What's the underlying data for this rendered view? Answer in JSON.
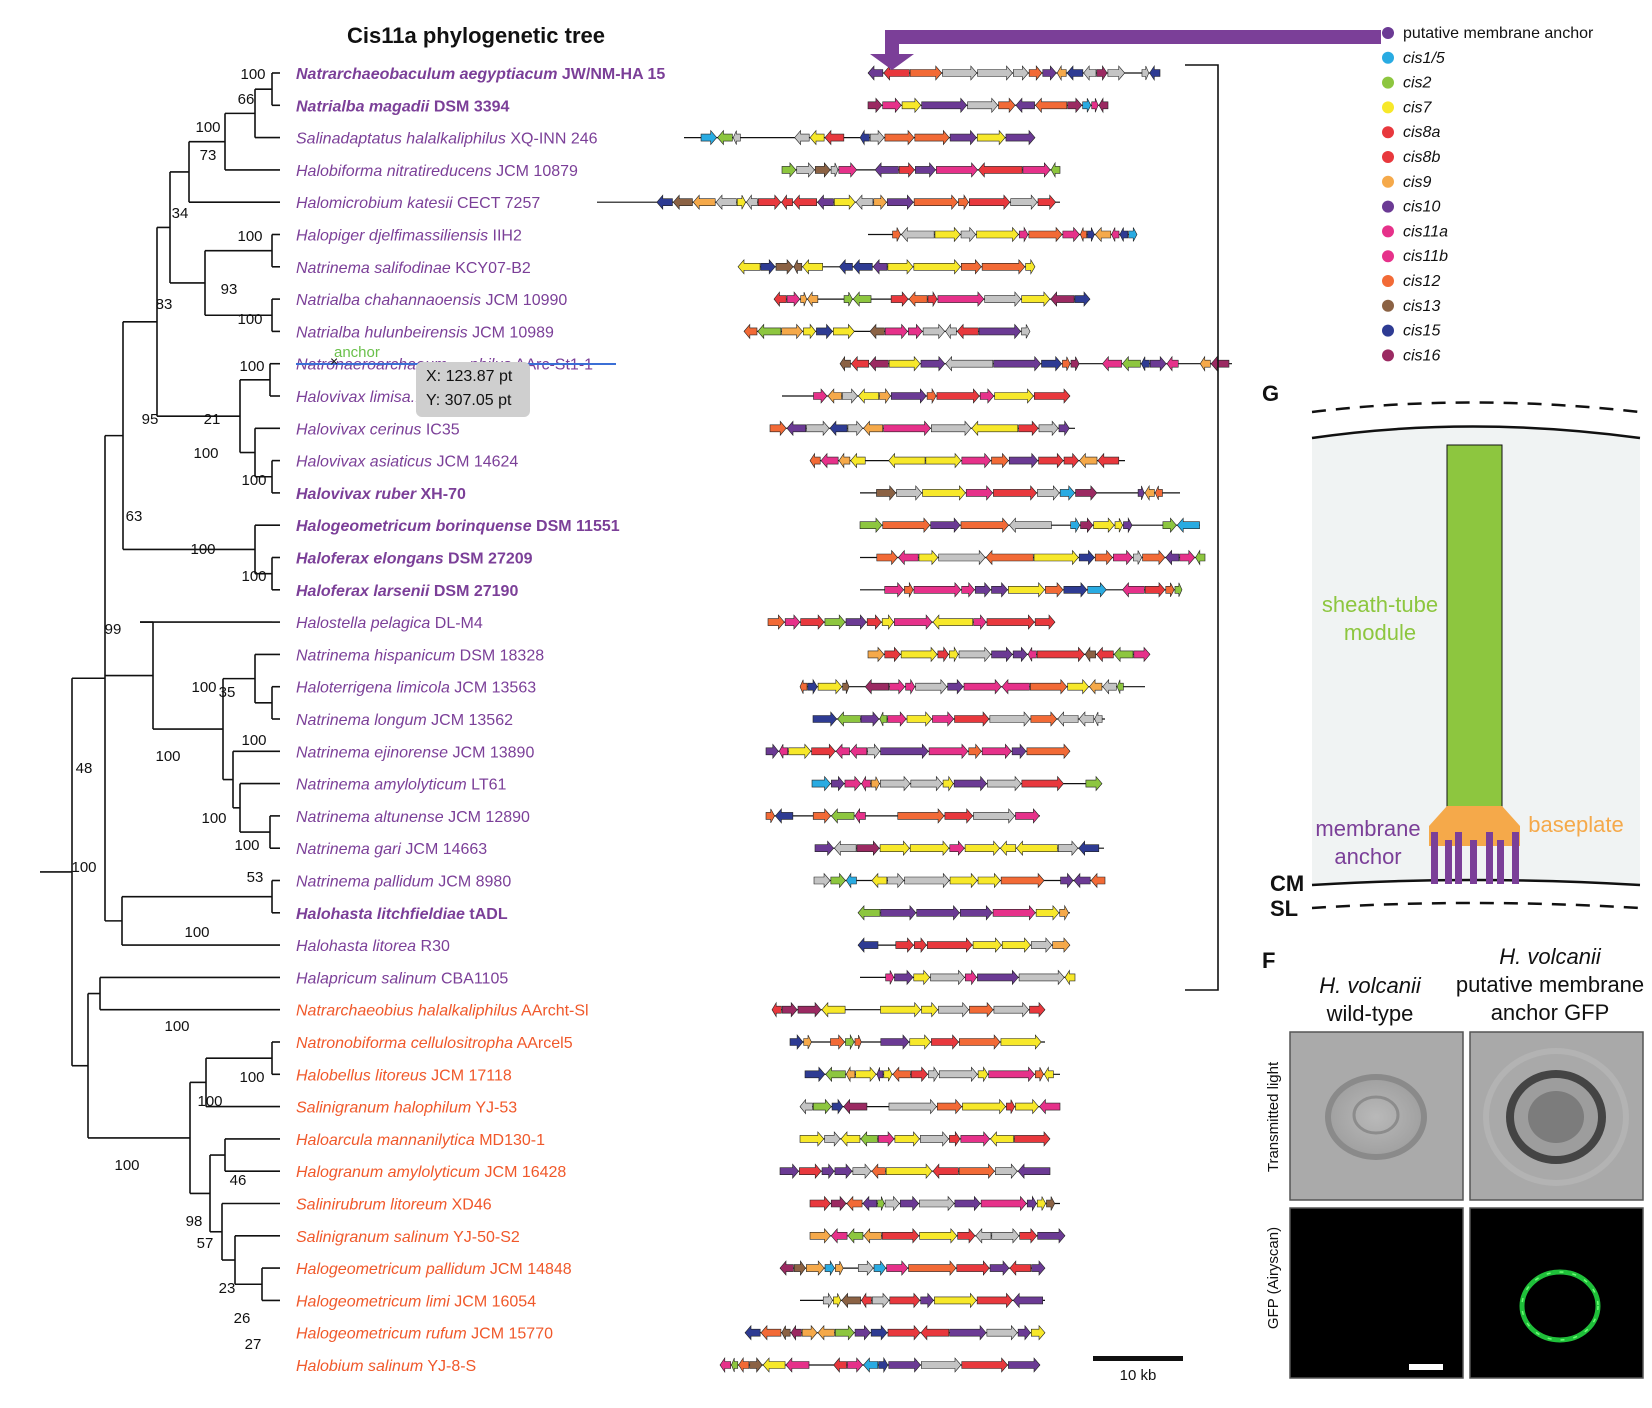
{
  "title": "Cis11a phylogenetic tree",
  "taxa": [
    {
      "name": "Natrarchaeobaculum aegyptiacum",
      "strain": "JW/NM-HA 15",
      "bold": true,
      "color": "purple"
    },
    {
      "name": "Natrialba magadii",
      "strain": "DSM 3394",
      "bold": true,
      "color": "purple"
    },
    {
      "name": "Salinadaptatus halalkaliphilus",
      "strain": "XQ-INN 246",
      "bold": false,
      "color": "purple"
    },
    {
      "name": "Halobiforma nitratireducens",
      "strain": "JCM 10879",
      "bold": false,
      "color": "purple"
    },
    {
      "name": "Halomicrobium katesii",
      "strain": "CECT 7257",
      "bold": false,
      "color": "purple"
    },
    {
      "name": "Halopiger djelfimassiliensis",
      "strain": "IIH2",
      "bold": false,
      "color": "purple"
    },
    {
      "name": "Natrinema salifodinae",
      "strain": "KCY07-B2",
      "bold": false,
      "color": "purple"
    },
    {
      "name": "Natrialba chahannaoensis",
      "strain": "JCM 10990",
      "bold": false,
      "color": "purple"
    },
    {
      "name": "Natrialba hulunbeirensis",
      "strain": "JCM 10989",
      "bold": false,
      "color": "purple"
    },
    {
      "name": "Natronaeroarchaeum ... philus",
      "strain": "AArc-St1-1",
      "bold": false,
      "color": "purple"
    },
    {
      "name": "Halovivax limisa...",
      "strain": "",
      "bold": false,
      "color": "purple"
    },
    {
      "name": "Halovivax cerinus",
      "strain": "IC35",
      "bold": false,
      "color": "purple"
    },
    {
      "name": "Halovivax asiaticus",
      "strain": "JCM 14624",
      "bold": false,
      "color": "purple"
    },
    {
      "name": "Halovivax ruber",
      "strain": "XH-70",
      "bold": true,
      "color": "purple"
    },
    {
      "name": "Halogeometricum borinquense",
      "strain": "DSM 11551",
      "bold": true,
      "color": "purple"
    },
    {
      "name": "Haloferax elongans",
      "strain": "DSM 27209",
      "bold": true,
      "color": "purple"
    },
    {
      "name": "Haloferax larsenii",
      "strain": "DSM 27190",
      "bold": true,
      "color": "purple"
    },
    {
      "name": "Halostella pelagica",
      "strain": "DL-M4",
      "bold": false,
      "color": "purple"
    },
    {
      "name": "Natrinema hispanicum",
      "strain": "DSM 18328",
      "bold": false,
      "color": "purple"
    },
    {
      "name": "Haloterrigena limicola",
      "strain": "JCM 13563",
      "bold": false,
      "color": "purple"
    },
    {
      "name": "Natrinema longum",
      "strain": "JCM 13562",
      "bold": false,
      "color": "purple"
    },
    {
      "name": "Natrinema ejinorense",
      "strain": "JCM 13890",
      "bold": false,
      "color": "purple"
    },
    {
      "name": "Natrinema amylolyticum",
      "strain": "LT61",
      "bold": false,
      "color": "purple"
    },
    {
      "name": "Natrinema altunense",
      "strain": "JCM 12890",
      "bold": false,
      "color": "purple"
    },
    {
      "name": "Natrinema gari",
      "strain": "JCM 14663",
      "bold": false,
      "color": "purple"
    },
    {
      "name": "Natrinema pallidum",
      "strain": "JCM 8980",
      "bold": false,
      "color": "purple"
    },
    {
      "name": "Halohasta litchfieldiae",
      "strain": "tADL",
      "bold": true,
      "color": "purple"
    },
    {
      "name": "Halohasta litorea",
      "strain": "R30",
      "bold": false,
      "color": "purple"
    },
    {
      "name": "Halapricum salinum",
      "strain": "CBA1105",
      "bold": false,
      "color": "purple"
    },
    {
      "name": "Natrarchaeobius halalkaliphilus",
      "strain": "AArcht-Sl",
      "bold": false,
      "color": "orange"
    },
    {
      "name": "Natronobiforma cellulositropha",
      "strain": "AArcel5",
      "bold": false,
      "color": "orange"
    },
    {
      "name": "Halobellus litoreus",
      "strain": "JCM 17118",
      "bold": false,
      "color": "orange"
    },
    {
      "name": "Salinigranum halophilum",
      "strain": "YJ-53",
      "bold": false,
      "color": "orange"
    },
    {
      "name": "Haloarcula mannanilytica",
      "strain": "MD130-1",
      "bold": false,
      "color": "orange"
    },
    {
      "name": "Halogranum amylolyticum",
      "strain": "JCM 16428",
      "bold": false,
      "color": "orange"
    },
    {
      "name": "Salinirubrum litoreum",
      "strain": "XD46",
      "bold": false,
      "color": "orange"
    },
    {
      "name": "Salinigranum salinum",
      "strain": "YJ-50-S2",
      "bold": false,
      "color": "orange"
    },
    {
      "name": "Halogeometricum pallidum",
      "strain": "JCM 14848",
      "bold": false,
      "color": "orange"
    },
    {
      "name": "Halogeometricum limi",
      "strain": "JCM 16054",
      "bold": false,
      "color": "orange"
    },
    {
      "name": "Halogeometricum rufum",
      "strain": "JCM 15770",
      "bold": false,
      "color": "orange"
    },
    {
      "name": "Halobium salinum",
      "strain": "YJ-8-S",
      "bold": false,
      "color": "orange"
    }
  ],
  "bootstrap": [
    "100",
    "66",
    "100",
    "73",
    "34",
    "100",
    "93",
    "100",
    "83",
    "100",
    "21",
    "95",
    "100",
    "100",
    "63",
    "100",
    "100",
    "99",
    "100",
    "35",
    "100",
    "100",
    "100",
    "100",
    "53",
    "48",
    "100",
    "100",
    "100",
    "100",
    "100",
    "98",
    "46",
    "57",
    "23",
    "26",
    "27",
    "100"
  ],
  "legend": [
    {
      "label": "putative membrane anchor",
      "color": "#6b3a94",
      "italic": false
    },
    {
      "label": "cis1/5",
      "color": "#29abe2",
      "italic": true
    },
    {
      "label": "cis2",
      "color": "#8dc63f",
      "italic": true
    },
    {
      "label": "cis7",
      "color": "#f7e82a",
      "italic": true
    },
    {
      "label": "cis8a",
      "color": "#e8383d",
      "italic": true
    },
    {
      "label": "cis8b",
      "color": "#e8383d",
      "italic": true
    },
    {
      "label": "cis9",
      "color": "#f5a94a",
      "italic": true
    },
    {
      "label": "cis10",
      "color": "#6b3a94",
      "italic": true
    },
    {
      "label": "cis11a",
      "color": "#e6318a",
      "italic": true
    },
    {
      "label": "cis11b",
      "color": "#e6318a",
      "italic": true
    },
    {
      "label": "cis12",
      "color": "#f26a36",
      "italic": true
    },
    {
      "label": "cis13",
      "color": "#8b6244",
      "italic": true
    },
    {
      "label": "cis15",
      "color": "#2e3b93",
      "italic": true
    },
    {
      "label": "cis16",
      "color": "#9b2a62",
      "italic": true
    }
  ],
  "scale_bar": "10 kb",
  "panel_g": {
    "letter": "G",
    "sheath_label": [
      "sheath-tube",
      "module"
    ],
    "baseplate_label": "baseplate",
    "anchor_label": [
      "membrane",
      "anchor"
    ],
    "cm_label": "CM",
    "sl_label": "SL"
  },
  "panel_f": {
    "letter": "F",
    "col1": [
      "H. volcanii",
      "wild-type"
    ],
    "col2": [
      "H. volcanii",
      "putative membrane",
      "anchor GFP"
    ],
    "row1": "Transmitted light",
    "row2": "GFP (Airyscan)"
  },
  "overlay": {
    "anchor_note": "anchor",
    "x_readout": "X: 123.87 pt",
    "y_readout": "Y: 307.05 pt"
  },
  "colors": {
    "purple": "#7b3f98",
    "orange": "#f0582a",
    "gray": "#c4c4c4",
    "sheath": "#8dc63f",
    "baseplate": "#f5a94a"
  }
}
